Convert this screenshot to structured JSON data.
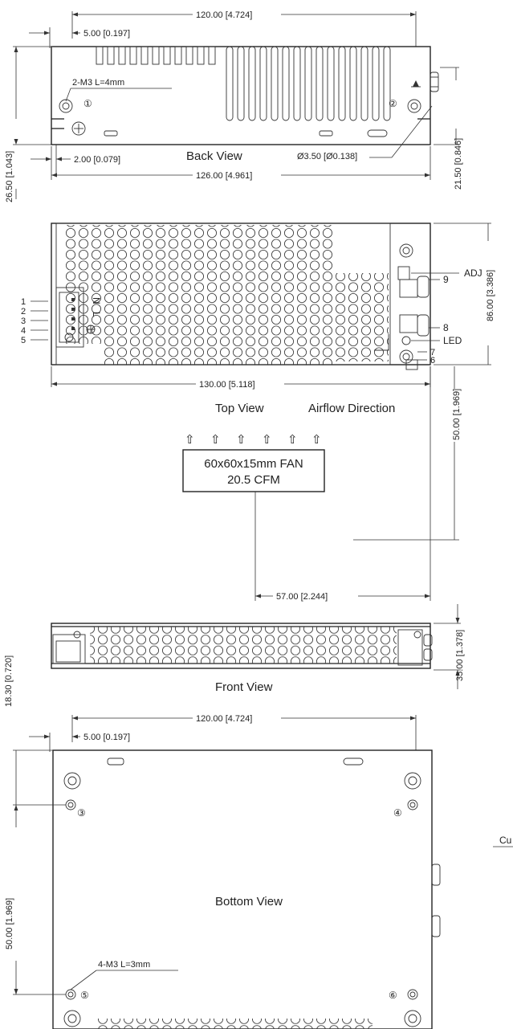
{
  "back_view": {
    "title": "Back View",
    "dim_width_top": "120.00 [4.724]",
    "dim_offset": "5.00 [0.197]",
    "screw_note": "2-M3 L=4mm",
    "dim_height_left": "26.50 [1.043]",
    "dim_small": "2.00 [0.079]",
    "dim_hole": "Ø3.50 [Ø0.138]",
    "dim_width_bottom": "126.00 [4.961]",
    "dim_height_right": "21.50 [0.846]",
    "mark_1": "①",
    "mark_2": "②"
  },
  "top_view": {
    "title": "Top View",
    "airflow_label": "Airflow Direction",
    "pins": [
      "1",
      "2",
      "3",
      "4",
      "5"
    ],
    "terminal_letters": [
      "N",
      "L"
    ],
    "callouts": {
      "adj": "ADJ",
      "p9": "9",
      "p8": "8",
      "led": "LED",
      "p7": "7",
      "p6": "6"
    },
    "dim_height": "86.00 [3.386]",
    "dim_width": "130.00 [5.118]",
    "dim_fan_offset": "50.00 [1.969]",
    "dim_fan_x": "57.00 [2.244]",
    "fan_line1": "60x60x15mm FAN",
    "fan_line2": "20.5 CFM",
    "arrow_glyph": "⇧"
  },
  "front_view": {
    "title": "Front View",
    "dim_height": "35.00 [1.378]"
  },
  "bottom_view": {
    "title": "Bottom View",
    "dim_width_top": "120.00 [4.724]",
    "dim_offset": "5.00 [0.197]",
    "dim_edge": "18.30 [0.720]",
    "dim_height": "50.00 [1.969]",
    "screw_note": "4-M3 L=3mm",
    "mark_3": "③",
    "mark_4": "④",
    "mark_5": "⑤",
    "mark_6": "⑥",
    "cut_text": "Cu"
  }
}
